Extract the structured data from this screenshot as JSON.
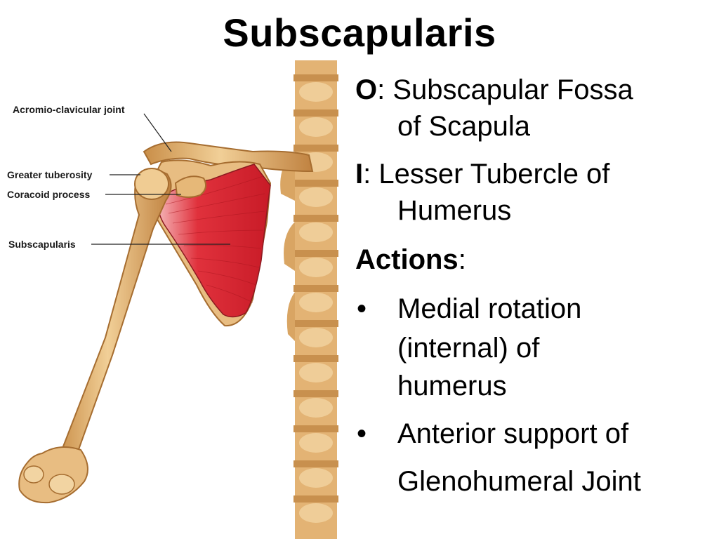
{
  "slide": {
    "title": "Subscapularis"
  },
  "figure": {
    "labels": {
      "acromio_clavicular": "Acromio-clavicular joint",
      "greater_tuberosity": "Greater tuberosity",
      "coracoid_process": "Coracoid process",
      "subscapularis": "Subscapularis"
    },
    "colors": {
      "bone": "#e6b878",
      "bone_shadow": "#b9803e",
      "muscle": "#d9232e",
      "muscle_light": "#f2a0a6"
    }
  },
  "content": {
    "origin_key": "O",
    "origin_text_line1": ": Subscapular Fossa",
    "origin_text_line2": "of Scapula",
    "insertion_key": "I",
    "insertion_text_line1": ": Lesser Tubercle of",
    "insertion_text_line2": "Humerus",
    "actions_key": "Actions",
    "actions_colon": ":",
    "bullet_symbol": "•",
    "action1_line1": "Medial rotation",
    "action1_line2": "(internal) of",
    "action1_line3": "humerus",
    "action2_line1": "Anterior support of",
    "action2_line2": "Glenohumeral Joint"
  }
}
